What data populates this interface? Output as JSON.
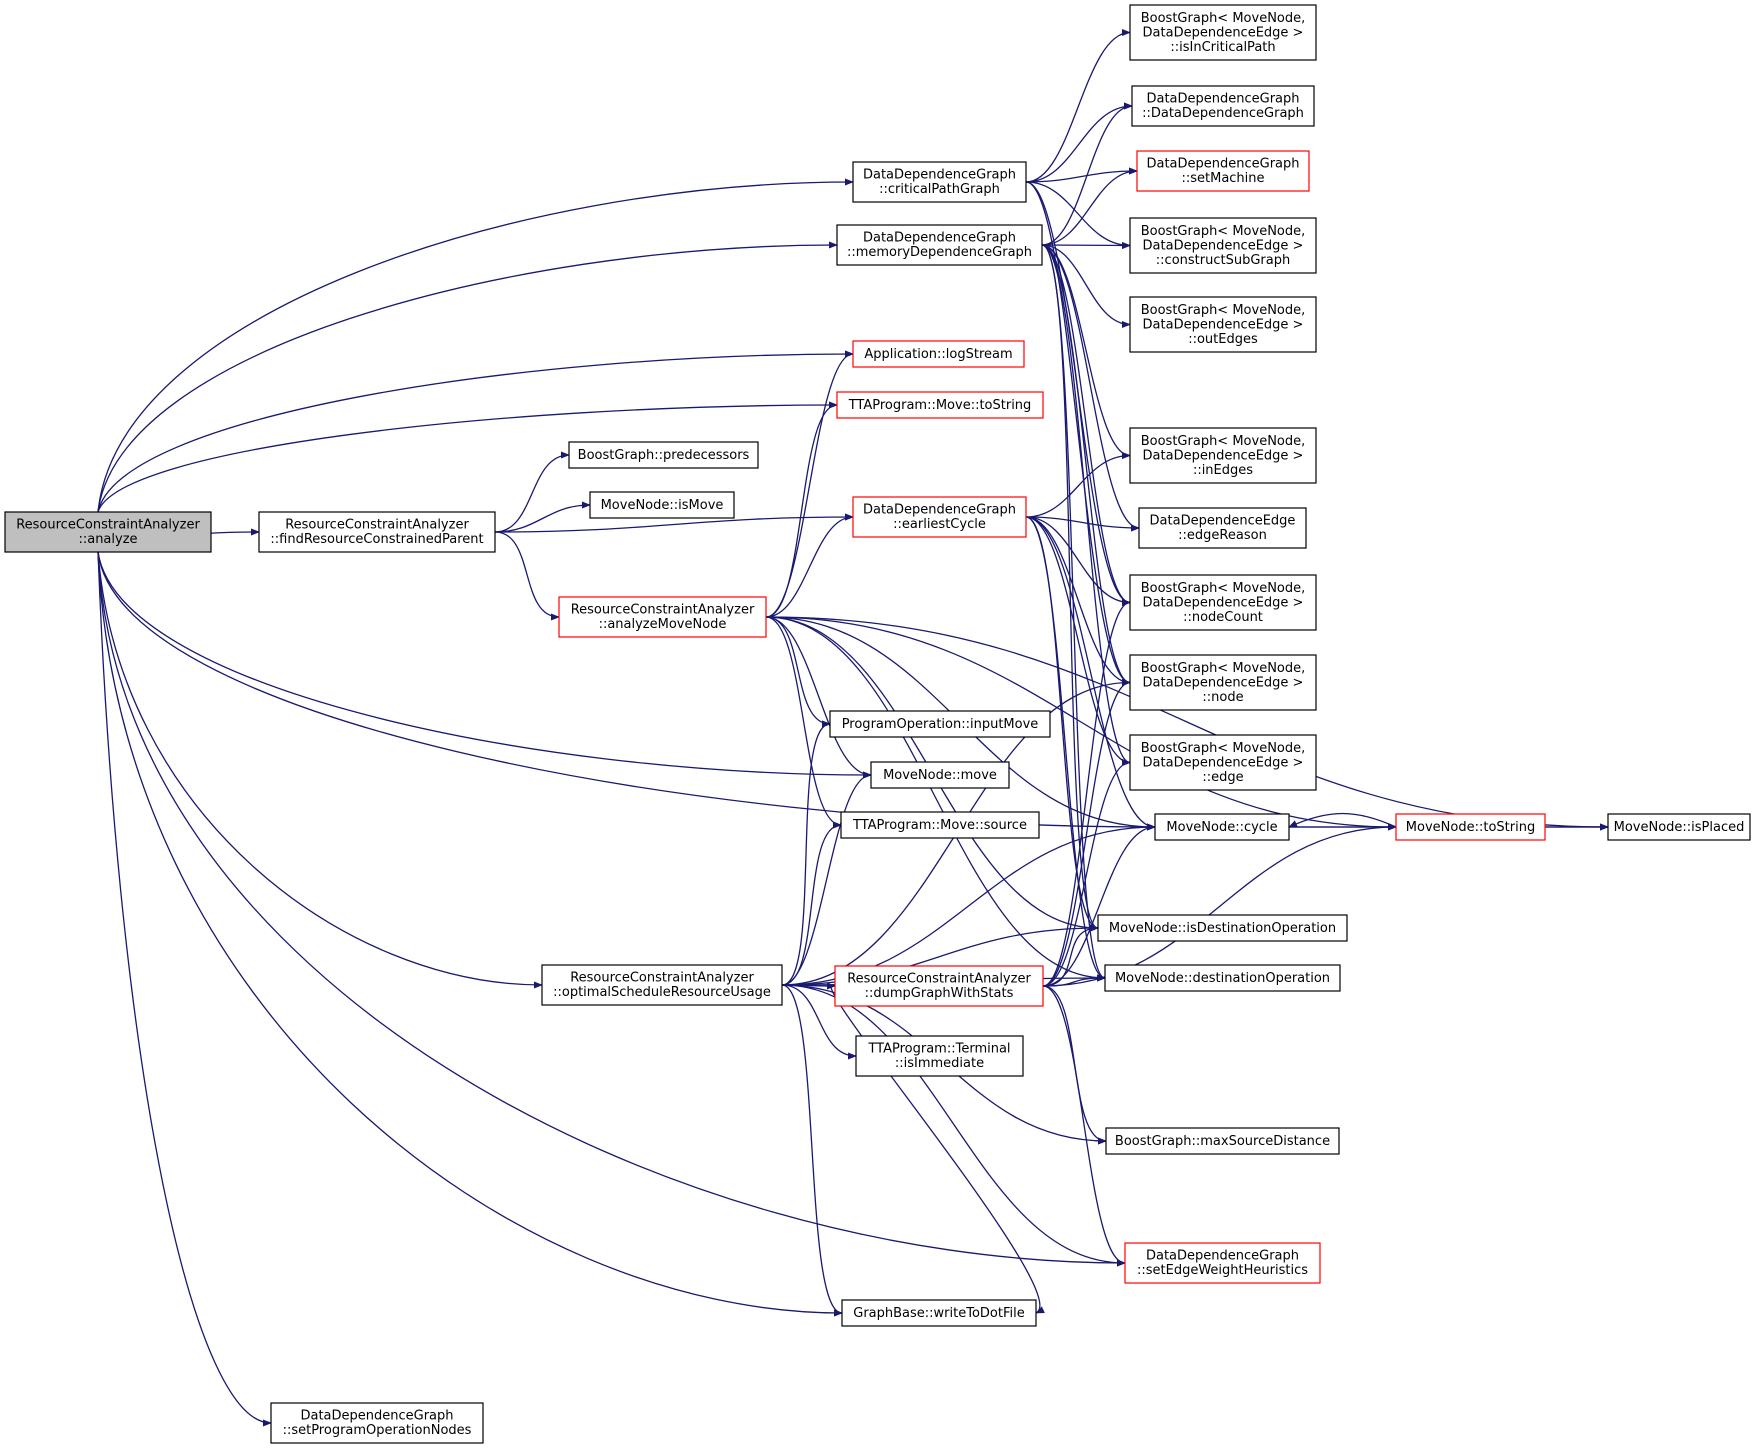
{
  "colors": {
    "edge": "#191970",
    "node_border": "#000000",
    "node_border_truncated": "#ff0000",
    "root_fill": "#bfbfbf",
    "node_fill": "#ffffff"
  },
  "nodes": [
    {
      "id": "analyze",
      "lines": [
        "ResourceConstraintAnalyzer",
        "::analyze"
      ],
      "style": "root"
    },
    {
      "id": "findResourceConstrainedParent",
      "lines": [
        "ResourceConstraintAnalyzer",
        "::findResourceConstrainedParent"
      ],
      "style": "normal"
    },
    {
      "id": "analyzeMoveNode",
      "lines": [
        "ResourceConstraintAnalyzer",
        "::analyzeMoveNode"
      ],
      "style": "truncated"
    },
    {
      "id": "optimalScheduleResourceUsage",
      "lines": [
        "ResourceConstraintAnalyzer",
        "::optimalScheduleResourceUsage"
      ],
      "style": "normal"
    },
    {
      "id": "setProgramOperationNodes",
      "lines": [
        "DataDependenceGraph",
        "::setProgramOperationNodes"
      ],
      "style": "normal"
    },
    {
      "id": "predecessors",
      "lines": [
        "BoostGraph::predecessors"
      ],
      "style": "normal"
    },
    {
      "id": "isMove",
      "lines": [
        "MoveNode::isMove"
      ],
      "style": "normal"
    },
    {
      "id": "criticalPathGraph",
      "lines": [
        "DataDependenceGraph",
        "::criticalPathGraph"
      ],
      "style": "normal"
    },
    {
      "id": "memoryDependenceGraph",
      "lines": [
        "DataDependenceGraph",
        "::memoryDependenceGraph"
      ],
      "style": "normal"
    },
    {
      "id": "logStream",
      "lines": [
        "Application::logStream"
      ],
      "style": "truncated"
    },
    {
      "id": "moveToString",
      "lines": [
        "TTAProgram::Move::toString"
      ],
      "style": "truncated"
    },
    {
      "id": "earliestCycle",
      "lines": [
        "DataDependenceGraph",
        "::earliestCycle"
      ],
      "style": "truncated"
    },
    {
      "id": "inputMove",
      "lines": [
        "ProgramOperation::inputMove"
      ],
      "style": "normal"
    },
    {
      "id": "move",
      "lines": [
        "MoveNode::move"
      ],
      "style": "normal"
    },
    {
      "id": "source",
      "lines": [
        "TTAProgram::Move::source"
      ],
      "style": "normal"
    },
    {
      "id": "dumpGraphWithStats",
      "lines": [
        "ResourceConstraintAnalyzer",
        "::dumpGraphWithStats"
      ],
      "style": "truncated"
    },
    {
      "id": "isImmediate",
      "lines": [
        "TTAProgram::Terminal",
        "::isImmediate"
      ],
      "style": "normal"
    },
    {
      "id": "writeToDotFile",
      "lines": [
        "GraphBase::writeToDotFile"
      ],
      "style": "normal"
    },
    {
      "id": "isInCriticalPath",
      "lines": [
        "BoostGraph< MoveNode,",
        "DataDependenceEdge >",
        "::isInCriticalPath"
      ],
      "style": "normal"
    },
    {
      "id": "ddgCtor",
      "lines": [
        "DataDependenceGraph",
        "::DataDependenceGraph"
      ],
      "style": "normal"
    },
    {
      "id": "setMachine",
      "lines": [
        "DataDependenceGraph",
        "::setMachine"
      ],
      "style": "truncated"
    },
    {
      "id": "constructSubGraph",
      "lines": [
        "BoostGraph< MoveNode,",
        "DataDependenceEdge >",
        "::constructSubGraph"
      ],
      "style": "normal"
    },
    {
      "id": "outEdges",
      "lines": [
        "BoostGraph< MoveNode,",
        "DataDependenceEdge >",
        "::outEdges"
      ],
      "style": "normal"
    },
    {
      "id": "inEdges",
      "lines": [
        "BoostGraph< MoveNode,",
        "DataDependenceEdge >",
        "::inEdges"
      ],
      "style": "normal"
    },
    {
      "id": "edgeReason",
      "lines": [
        "DataDependenceEdge",
        "::edgeReason"
      ],
      "style": "normal"
    },
    {
      "id": "nodeCount",
      "lines": [
        "BoostGraph< MoveNode,",
        "DataDependenceEdge >",
        "::nodeCount"
      ],
      "style": "normal"
    },
    {
      "id": "node",
      "lines": [
        "BoostGraph< MoveNode,",
        "DataDependenceEdge >",
        "::node"
      ],
      "style": "normal"
    },
    {
      "id": "edge",
      "lines": [
        "BoostGraph< MoveNode,",
        "DataDependenceEdge >",
        "::edge"
      ],
      "style": "normal"
    },
    {
      "id": "cycle",
      "lines": [
        "MoveNode::cycle"
      ],
      "style": "normal"
    },
    {
      "id": "moveNodeToString",
      "lines": [
        "MoveNode::toString"
      ],
      "style": "truncated"
    },
    {
      "id": "isPlaced",
      "lines": [
        "MoveNode::isPlaced"
      ],
      "style": "normal"
    },
    {
      "id": "isDestinationOperation",
      "lines": [
        "MoveNode::isDestinationOperation"
      ],
      "style": "normal"
    },
    {
      "id": "destinationOperation",
      "lines": [
        "MoveNode::destinationOperation"
      ],
      "style": "normal"
    },
    {
      "id": "maxSourceDistance",
      "lines": [
        "BoostGraph::maxSourceDistance"
      ],
      "style": "normal"
    },
    {
      "id": "setEdgeWeightHeuristics",
      "lines": [
        "DataDependenceGraph",
        "::setEdgeWeightHeuristics"
      ],
      "style": "truncated"
    }
  ],
  "edges": [
    [
      "analyze",
      "criticalPathGraph"
    ],
    [
      "analyze",
      "memoryDependenceGraph"
    ],
    [
      "analyze",
      "logStream"
    ],
    [
      "analyze",
      "moveToString"
    ],
    [
      "analyze",
      "findResourceConstrainedParent"
    ],
    [
      "analyze",
      "move"
    ],
    [
      "analyze",
      "optimalScheduleResourceUsage"
    ],
    [
      "analyze",
      "writeToDotFile"
    ],
    [
      "analyze",
      "setEdgeWeightHeuristics"
    ],
    [
      "analyze",
      "setProgramOperationNodes"
    ],
    [
      "analyze",
      "cycle"
    ],
    [
      "findResourceConstrainedParent",
      "predecessors"
    ],
    [
      "findResourceConstrainedParent",
      "isMove"
    ],
    [
      "findResourceConstrainedParent",
      "earliestCycle"
    ],
    [
      "findResourceConstrainedParent",
      "analyzeMoveNode"
    ],
    [
      "analyzeMoveNode",
      "logStream"
    ],
    [
      "analyzeMoveNode",
      "moveToString"
    ],
    [
      "analyzeMoveNode",
      "earliestCycle"
    ],
    [
      "analyzeMoveNode",
      "moveNodeToString"
    ],
    [
      "analyzeMoveNode",
      "inputMove"
    ],
    [
      "analyzeMoveNode",
      "move"
    ],
    [
      "analyzeMoveNode",
      "source"
    ],
    [
      "analyzeMoveNode",
      "cycle"
    ],
    [
      "analyzeMoveNode",
      "isDestinationOperation"
    ],
    [
      "analyzeMoveNode",
      "isPlaced"
    ],
    [
      "analyzeMoveNode",
      "destinationOperation"
    ],
    [
      "criticalPathGraph",
      "isInCriticalPath"
    ],
    [
      "criticalPathGraph",
      "ddgCtor"
    ],
    [
      "criticalPathGraph",
      "setMachine"
    ],
    [
      "criticalPathGraph",
      "constructSubGraph"
    ],
    [
      "criticalPathGraph",
      "nodeCount"
    ],
    [
      "criticalPathGraph",
      "node"
    ],
    [
      "memoryDependenceGraph",
      "ddgCtor"
    ],
    [
      "memoryDependenceGraph",
      "setMachine"
    ],
    [
      "memoryDependenceGraph",
      "constructSubGraph"
    ],
    [
      "memoryDependenceGraph",
      "outEdges"
    ],
    [
      "memoryDependenceGraph",
      "inEdges"
    ],
    [
      "memoryDependenceGraph",
      "edgeReason"
    ],
    [
      "memoryDependenceGraph",
      "nodeCount"
    ],
    [
      "memoryDependenceGraph",
      "node"
    ],
    [
      "memoryDependenceGraph",
      "edge"
    ],
    [
      "memoryDependenceGraph",
      "isDestinationOperation"
    ],
    [
      "memoryDependenceGraph",
      "destinationOperation"
    ],
    [
      "earliestCycle",
      "inEdges"
    ],
    [
      "earliestCycle",
      "edgeReason"
    ],
    [
      "earliestCycle",
      "nodeCount"
    ],
    [
      "earliestCycle",
      "node"
    ],
    [
      "earliestCycle",
      "edge"
    ],
    [
      "earliestCycle",
      "cycle"
    ],
    [
      "earliestCycle",
      "isDestinationOperation"
    ],
    [
      "earliestCycle",
      "destinationOperation"
    ],
    [
      "optimalScheduleResourceUsage",
      "inputMove"
    ],
    [
      "optimalScheduleResourceUsage",
      "move"
    ],
    [
      "optimalScheduleResourceUsage",
      "source"
    ],
    [
      "optimalScheduleResourceUsage",
      "dumpGraphWithStats"
    ],
    [
      "optimalScheduleResourceUsage",
      "isImmediate"
    ],
    [
      "optimalScheduleResourceUsage",
      "writeToDotFile"
    ],
    [
      "optimalScheduleResourceUsage",
      "node"
    ],
    [
      "optimalScheduleResourceUsage",
      "cycle"
    ],
    [
      "optimalScheduleResourceUsage",
      "isDestinationOperation"
    ],
    [
      "optimalScheduleResourceUsage",
      "destinationOperation"
    ],
    [
      "optimalScheduleResourceUsage",
      "maxSourceDistance"
    ],
    [
      "optimalScheduleResourceUsage",
      "setEdgeWeightHeuristics"
    ],
    [
      "dumpGraphWithStats",
      "nodeCount"
    ],
    [
      "dumpGraphWithStats",
      "node"
    ],
    [
      "dumpGraphWithStats",
      "edge"
    ],
    [
      "dumpGraphWithStats",
      "cycle"
    ],
    [
      "dumpGraphWithStats",
      "isDestinationOperation"
    ],
    [
      "dumpGraphWithStats",
      "destinationOperation"
    ],
    [
      "dumpGraphWithStats",
      "moveNodeToString"
    ],
    [
      "dumpGraphWithStats",
      "maxSourceDistance"
    ],
    [
      "dumpGraphWithStats",
      "setEdgeWeightHeuristics"
    ],
    [
      "dumpGraphWithStats",
      "writeToDotFile"
    ],
    [
      "cycle",
      "moveNodeToString"
    ],
    [
      "cycle",
      "isPlaced"
    ],
    [
      "moveNodeToString",
      "cycle"
    ],
    [
      "moveNodeToString",
      "isPlaced"
    ]
  ]
}
